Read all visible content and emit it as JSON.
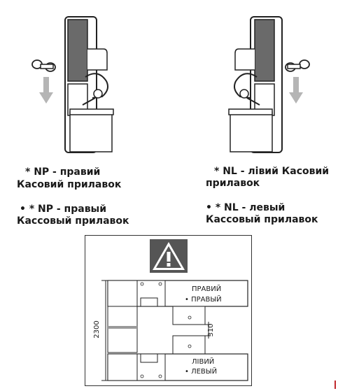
{
  "left": {
    "line1": "* NP - правий",
    "line2": "Касовий прилавок",
    "line3": "• * NP - правый",
    "line4": "Кассовый прилавок"
  },
  "right": {
    "line1": "* NL - лівий Касовий",
    "line2": "прилавок",
    "line3": "• * NL - левый",
    "line4": "Кассовый прилавок"
  },
  "plan": {
    "right_ua": "ПРАВИЙ",
    "right_ru": "• ПРАВЫЙ",
    "left_ua": "ЛІВИЙ",
    "left_ru": "• ЛЕВЫЙ",
    "dim_height": "2300",
    "dim_gap": "310"
  },
  "icons": {
    "warning": "warning-triangle-icon",
    "arrow": "arrow-down-icon",
    "key": "key-icon"
  },
  "colors": {
    "accent_dark": "#555555",
    "accent_red": "#c0282d"
  }
}
